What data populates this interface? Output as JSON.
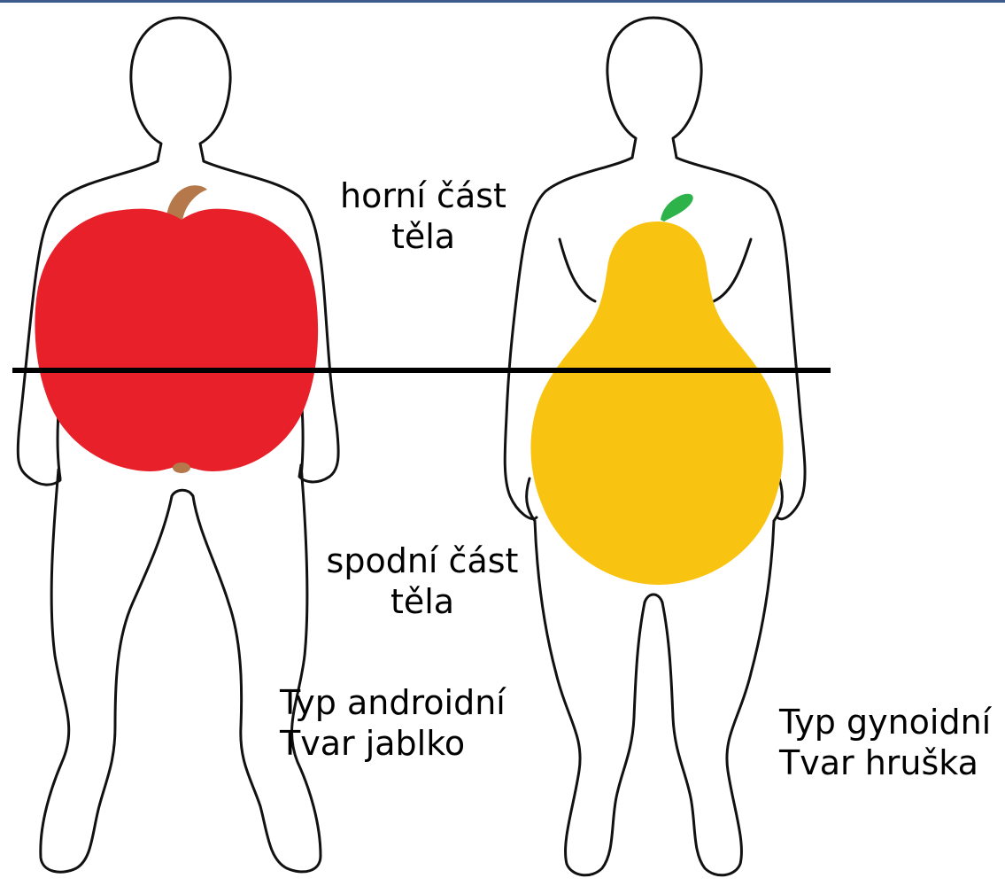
{
  "colors": {
    "apple": "#E8202A",
    "apple_stem": "#B5784A",
    "pear": "#F9C411",
    "pear_leaf": "#2DB34A",
    "outline": "#111111",
    "waist_line": "#000000",
    "top_bar": "#3D5C8C"
  },
  "labels": {
    "upper_body_line1": "horní část",
    "upper_body_line2": "těla",
    "lower_body_line1": "spodní  část",
    "lower_body_line2": "těla"
  },
  "android": {
    "type": "Typ androidní",
    "shape": "Tvar jablko",
    "fruit_icon": "apple-icon"
  },
  "gynoid": {
    "type": "Typ gynoidní",
    "shape": "Tvar hruška",
    "fruit_icon": "pear-icon"
  }
}
